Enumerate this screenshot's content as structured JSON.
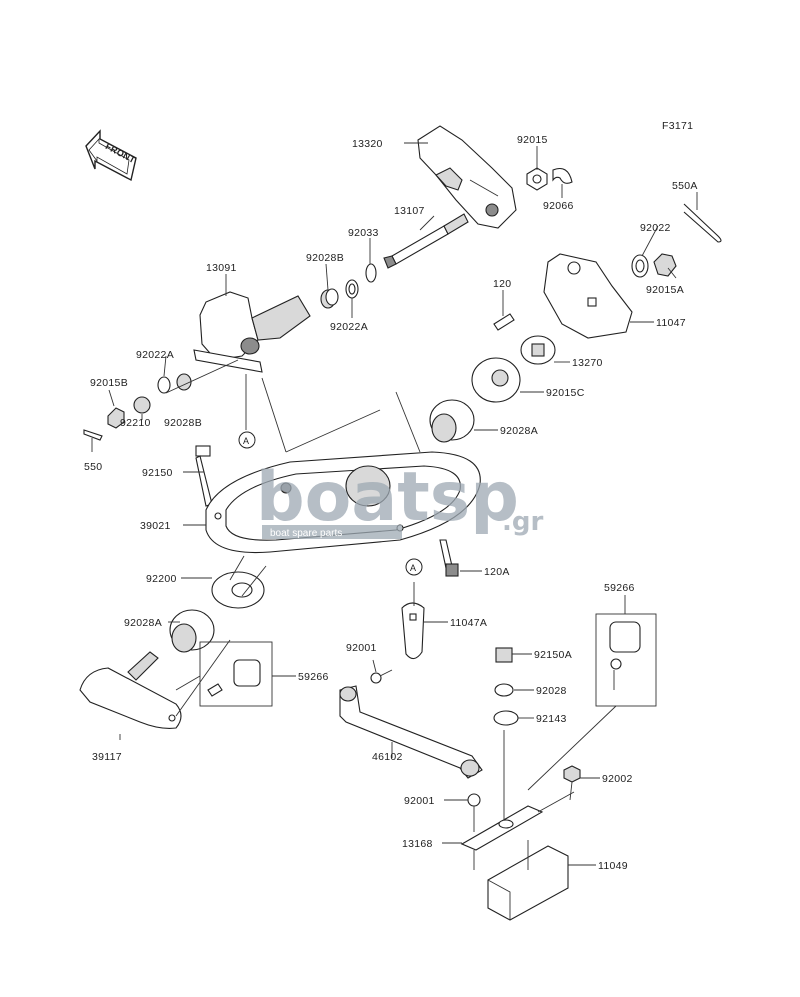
{
  "figure_id": "F3171",
  "front_arrow": {
    "text": "FRONT"
  },
  "watermark": {
    "brand": "boatsp",
    "tagline": "boat spare parts",
    "suffix": ".gr"
  },
  "callouts": {
    "A_top": "A",
    "A_mid": "A"
  },
  "part_labels": [
    {
      "id": "13320",
      "text": "13320"
    },
    {
      "id": "92015",
      "text": "92015"
    },
    {
      "id": "92066",
      "text": "92066"
    },
    {
      "id": "550A",
      "text": "550A"
    },
    {
      "id": "13107",
      "text": "13107"
    },
    {
      "id": "92033",
      "text": "92033"
    },
    {
      "id": "92028B_top",
      "text": "92028B"
    },
    {
      "id": "92022A_top",
      "text": "92022A"
    },
    {
      "id": "13091",
      "text": "13091"
    },
    {
      "id": "92022",
      "text": "92022"
    },
    {
      "id": "92015A",
      "text": "92015A"
    },
    {
      "id": "120",
      "text": "120"
    },
    {
      "id": "11047",
      "text": "11047"
    },
    {
      "id": "13270",
      "text": "13270"
    },
    {
      "id": "92015C",
      "text": "92015C"
    },
    {
      "id": "92022A_left",
      "text": "92022A"
    },
    {
      "id": "92015B",
      "text": "92015B"
    },
    {
      "id": "92028B_left",
      "text": "92028B"
    },
    {
      "id": "92210",
      "text": "92210"
    },
    {
      "id": "550",
      "text": "550"
    },
    {
      "id": "92028A_right",
      "text": "92028A"
    },
    {
      "id": "92150",
      "text": "92150"
    },
    {
      "id": "39021",
      "text": "39021"
    },
    {
      "id": "120A",
      "text": "120A"
    },
    {
      "id": "92200",
      "text": "92200"
    },
    {
      "id": "11047A",
      "text": "11047A"
    },
    {
      "id": "59266_right",
      "text": "59266"
    },
    {
      "id": "92028A_left",
      "text": "92028A"
    },
    {
      "id": "92001_top",
      "text": "92001"
    },
    {
      "id": "92150A",
      "text": "92150A"
    },
    {
      "id": "59266_left",
      "text": "59266"
    },
    {
      "id": "92028",
      "text": "92028"
    },
    {
      "id": "92143",
      "text": "92143"
    },
    {
      "id": "39117",
      "text": "39117"
    },
    {
      "id": "46102",
      "text": "46102"
    },
    {
      "id": "92002",
      "text": "92002"
    },
    {
      "id": "92001_bottom",
      "text": "92001"
    },
    {
      "id": "13168",
      "text": "13168"
    },
    {
      "id": "11049",
      "text": "11049"
    }
  ]
}
